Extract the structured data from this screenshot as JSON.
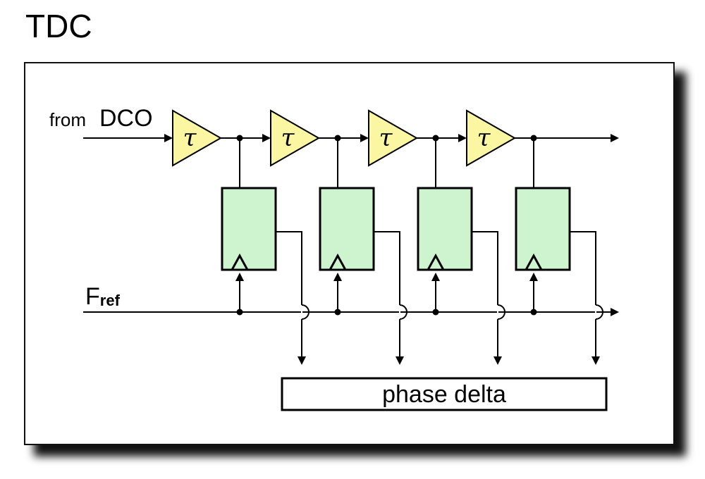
{
  "title": "TDC",
  "labels": {
    "input_prefix": "from",
    "input_source": "DCO",
    "ref_main": "F",
    "ref_sub": "ref",
    "output": "phase delta"
  },
  "delay_symbol": "τ",
  "stage_count": 4,
  "colors": {
    "buffer_fill": "#fbf6a2",
    "flipflop_fill": "#cdf3cf",
    "line": "#000000",
    "shadow": "#111111"
  }
}
